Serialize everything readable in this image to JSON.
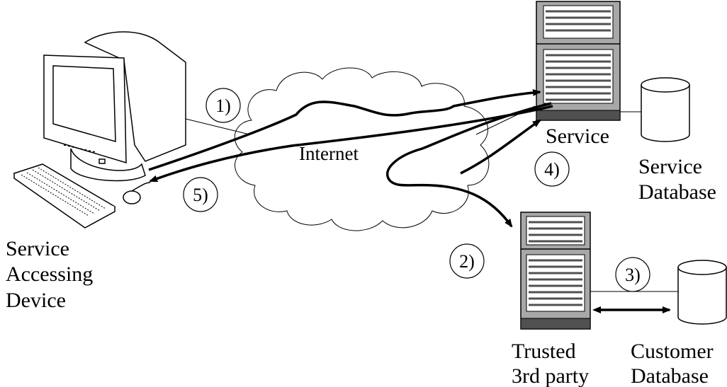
{
  "labels": {
    "internet": "Internet",
    "service": "Service",
    "service_database": [
      "Service",
      "Database"
    ],
    "service_accessing_device": [
      "Service",
      "Accessing",
      "Device"
    ],
    "trusted_third_party": [
      "Trusted",
      "3rd party"
    ],
    "customer_database": [
      "Customer",
      "Database"
    ]
  },
  "steps": [
    "1)",
    "2)",
    "3)",
    "4)",
    "5)"
  ],
  "colors": {
    "stroke": "#000000",
    "server_body": "#a8a8a8",
    "server_band": "#505050",
    "server_slot": "#505050",
    "background": "#ffffff"
  },
  "icons": [
    "computer-icon",
    "keyboard-icon",
    "mouse-icon",
    "cloud-icon",
    "server-icon",
    "database-icon"
  ]
}
